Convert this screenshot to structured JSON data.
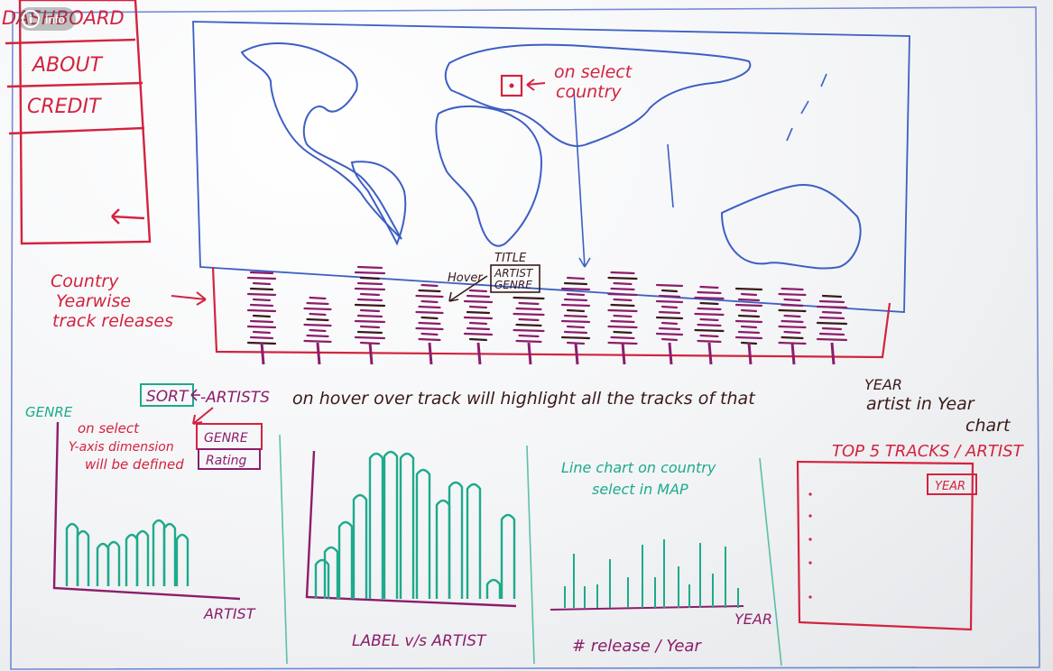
{
  "overlay": {
    "info_label": "Info",
    "info_icon": "info-icon"
  },
  "nav": {
    "items": [
      {
        "label": "DASHBOARD"
      },
      {
        "label": "ABOUT"
      },
      {
        "label": "CREDIT"
      }
    ]
  },
  "map": {
    "annotation_line1": "on select",
    "annotation_line2": "country"
  },
  "tracks": {
    "side_line1": "Country",
    "side_line2": "Yearwise",
    "side_line3": "track releases",
    "hover_label": "Hover",
    "box_line1": "TITLE",
    "box_line2": "ARTIST",
    "box_line3": "GENRE"
  },
  "controls": {
    "sort_label": "SORT",
    "artists_label": "-ARTISTS",
    "hover_note_line1": "on hover over track will highlight all the tracks of that",
    "hover_note_year": "YEAR",
    "hover_note_line1_end": "artist in Year",
    "hover_note_line2": "chart"
  },
  "chart1": {
    "corner_label": "GENRE",
    "note_line1": "on select",
    "note_line2": "Y-axis dimension",
    "note_line3": "will be defined",
    "option_genre": "GENRE",
    "option_rating": "Rating",
    "xlabel": "ARTIST"
  },
  "chart2": {
    "caption": "LABEL v/s ARTIST"
  },
  "chart3": {
    "title_line1": "Line chart on country",
    "title_line2": "select in MAP",
    "xlabel": "YEAR",
    "caption": "# release / Year"
  },
  "chart4": {
    "title": "TOP 5 TRACKS / ARTIST",
    "year_button": "YEAR"
  },
  "colors": {
    "red": "#d3233f",
    "purple": "#8c1d6a",
    "teal": "#1eaa8c",
    "blue": "#3d5fc4",
    "dark": "#3a1a1a"
  }
}
